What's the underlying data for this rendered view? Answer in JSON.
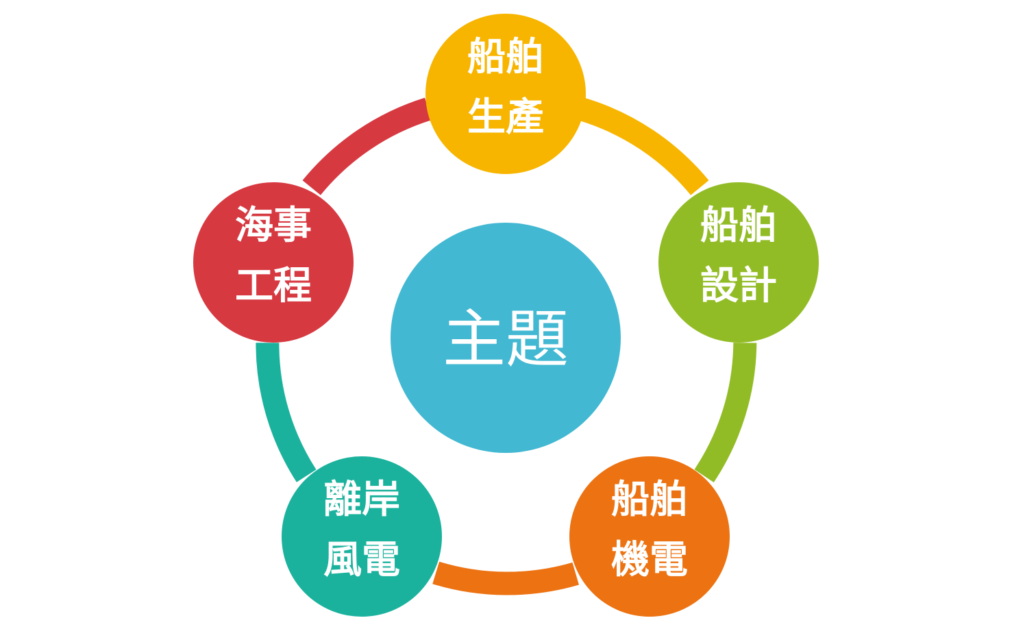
{
  "center": {
    "label": "主題",
    "color": "#42b8d2"
  },
  "nodes": [
    {
      "id": "ship-production",
      "line1": "船舶",
      "line2": "生產",
      "color": "#f7b500"
    },
    {
      "id": "ship-design",
      "line1": "船舶",
      "line2": "設計",
      "color": "#92bc26"
    },
    {
      "id": "ship-electromechanical",
      "line1": "船舶",
      "line2": "機電",
      "color": "#ec7212"
    },
    {
      "id": "offshore-wind",
      "line1": "離岸",
      "line2": "風電",
      "color": "#1bb29d"
    },
    {
      "id": "marine-engineering",
      "line1": "海事",
      "line2": "工程",
      "color": "#d73941"
    }
  ]
}
